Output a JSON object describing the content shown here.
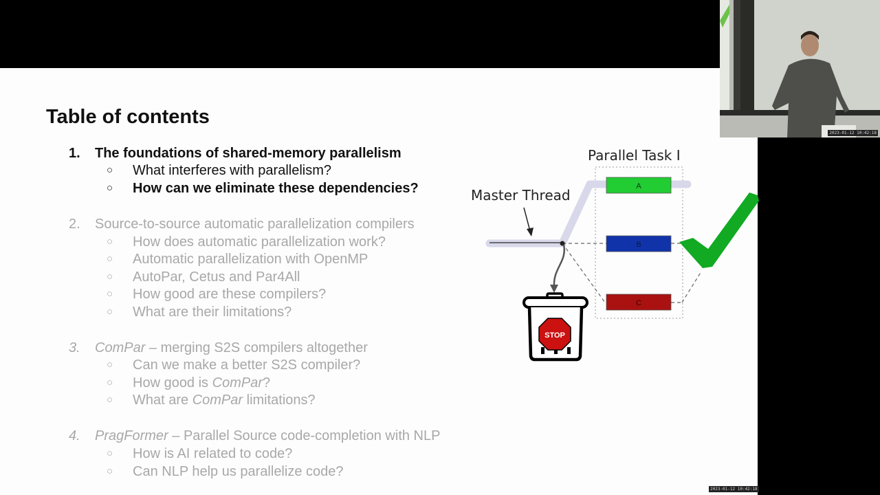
{
  "slide": {
    "title": "Table of contents",
    "sections": [
      {
        "number": "1.",
        "title_parts": [
          "The foundations of shared-memory parallelism"
        ],
        "subitems": [
          {
            "parts": [
              "What interferes with parallelism?"
            ]
          },
          {
            "parts": [
              "How can we eliminate these dependencies?"
            ]
          }
        ]
      },
      {
        "number": "2.",
        "title_parts": [
          "Source-to-source automatic parallelization compilers"
        ],
        "subitems": [
          {
            "parts": [
              "How does automatic parallelization work?"
            ]
          },
          {
            "parts": [
              "Automatic parallelization with OpenMP"
            ]
          },
          {
            "parts": [
              "AutoPar, Cetus and Par4All"
            ]
          },
          {
            "parts": [
              "How good are these compilers?"
            ]
          },
          {
            "parts": [
              "What are their limitations?"
            ]
          }
        ]
      },
      {
        "number": "3.",
        "title_parts": [
          "ComPar",
          " – merging S2S compilers altogether"
        ],
        "subitems": [
          {
            "parts": [
              "Can we make a better S2S compiler?"
            ]
          },
          {
            "parts": [
              "How good is ",
              "ComPar",
              "?"
            ]
          },
          {
            "parts": [
              "What are ",
              "ComPar",
              " limitations?"
            ]
          }
        ]
      },
      {
        "number": "4.",
        "title_parts": [
          "PragFormer",
          " – Parallel Source code-completion with NLP"
        ],
        "subitems": [
          {
            "parts": [
              "How is AI related to code?"
            ]
          },
          {
            "parts": [
              "Can NLP help us parallelize code?"
            ]
          }
        ]
      }
    ],
    "bullet_glyph": "○"
  },
  "diagram": {
    "parallel_task_label": "Parallel Task I",
    "master_thread_label": "Master Thread",
    "tasks": [
      "A",
      "B",
      "C"
    ],
    "stop_label": "STOP",
    "colors": {
      "task_a": "#22cc33",
      "task_b": "#1133aa",
      "task_c": "#aa1111",
      "checkmark": "#11aa22",
      "stop_sign": "#cc1111",
      "thread_highlight": "#d8d8ea"
    }
  },
  "webcam": {
    "timestamp": "2023-01-12 10:42:18"
  },
  "footer": {
    "timestamp": "2023-01-12 10:42:18"
  },
  "colors": {
    "active_text": "#111111",
    "dim_text": "#a8a8a8",
    "background": "#000000",
    "slide_bg": "#fdfdfd"
  }
}
